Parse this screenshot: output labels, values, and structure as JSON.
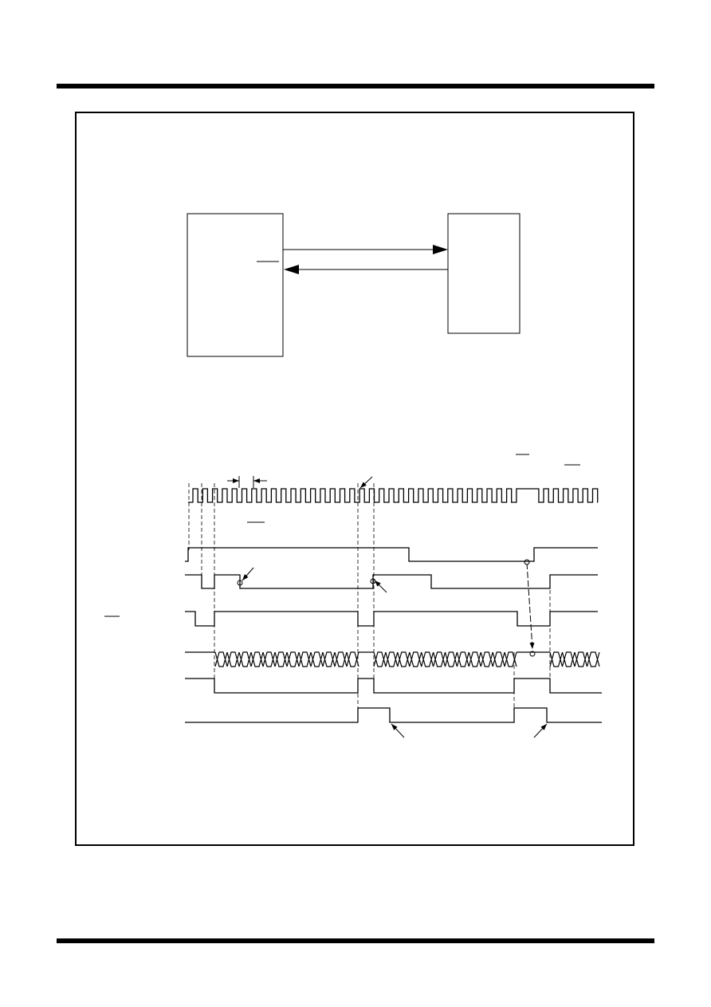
{
  "document": {
    "blocks": [
      {
        "name": "block-left"
      },
      {
        "name": "block-right"
      }
    ],
    "arrows": [
      {
        "name": "arrow-left-to-right",
        "direction": "right"
      },
      {
        "name": "arrow-right-to-left",
        "direction": "left"
      }
    ],
    "timing": {
      "clock": {
        "high_to_low_transition_indices": [
          39
        ]
      },
      "data_bus_crossings": [
        {
          "start": 270,
          "end": 450
        },
        {
          "start": 469,
          "end": 648
        },
        {
          "start": 690,
          "end": 752
        }
      ]
    }
  }
}
